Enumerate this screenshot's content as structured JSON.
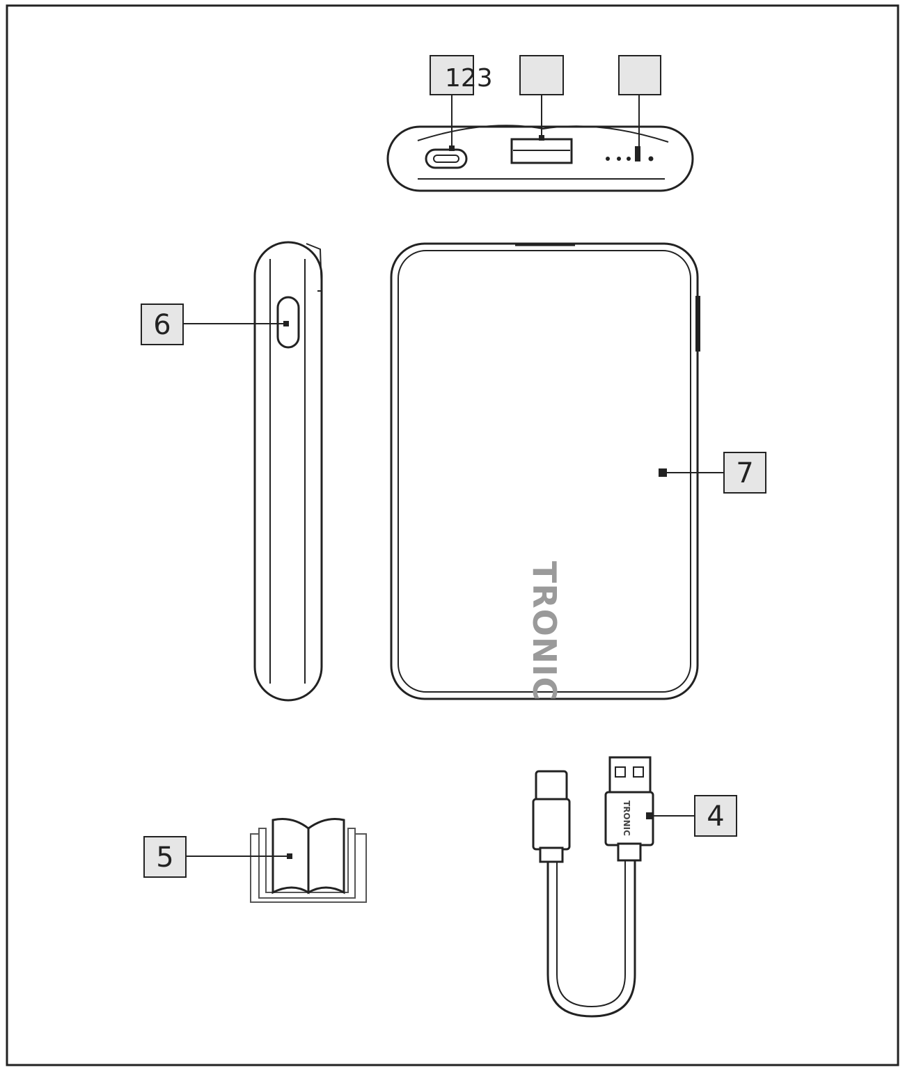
{
  "figure": {
    "top_label_text": "123",
    "callouts": [
      {
        "id": "1",
        "text": ""
      },
      {
        "id": "2",
        "text": ""
      },
      {
        "id": "3",
        "text": ""
      },
      {
        "id": "4",
        "text": "4"
      },
      {
        "id": "5",
        "text": "5"
      },
      {
        "id": "6",
        "text": "6"
      },
      {
        "id": "7",
        "text": "7"
      }
    ],
    "brand_text": "TRONIC",
    "cable_brand_text": "TRONIC"
  },
  "colors": {
    "outline": "#222222",
    "label_box_fill": "#e6e6e6",
    "brand_gray": "#9a9a9a"
  }
}
